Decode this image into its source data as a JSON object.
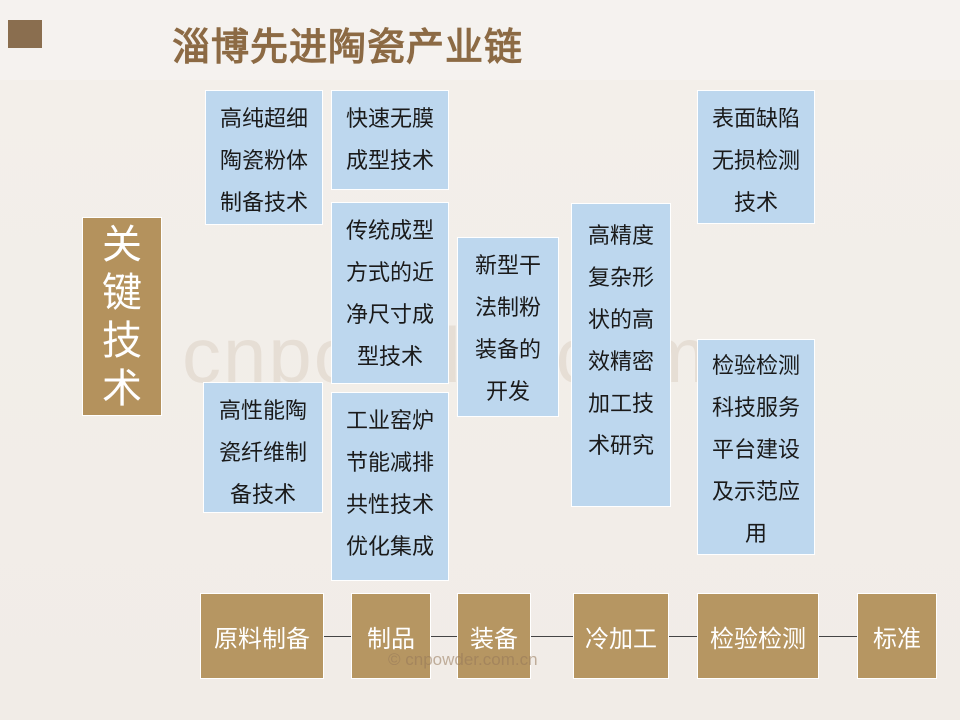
{
  "header": {
    "title": "淄博先进陶瓷产业链"
  },
  "watermark": "cnpowder.com.cn",
  "copyright": "© cnpowder.com.cn",
  "key_label": "关键技术",
  "tech_boxes": [
    "高纯超细陶瓷粉体制备技术",
    "快速无膜成型技术",
    "传统成型方式的近净尺寸成型技术",
    "工业窑炉节能减排共性技术优化集成",
    "高性能陶瓷纤维制备技术",
    "新型干法制粉装备的开发",
    "高精度复杂形状的高效精密加工技术研究",
    "表面缺陷无损检测技术",
    "检验检测科技服务平台建设及示范应用"
  ],
  "stages": [
    "原料制备",
    "制品",
    "装备",
    "冷加工",
    "检验检测",
    "标准"
  ]
}
